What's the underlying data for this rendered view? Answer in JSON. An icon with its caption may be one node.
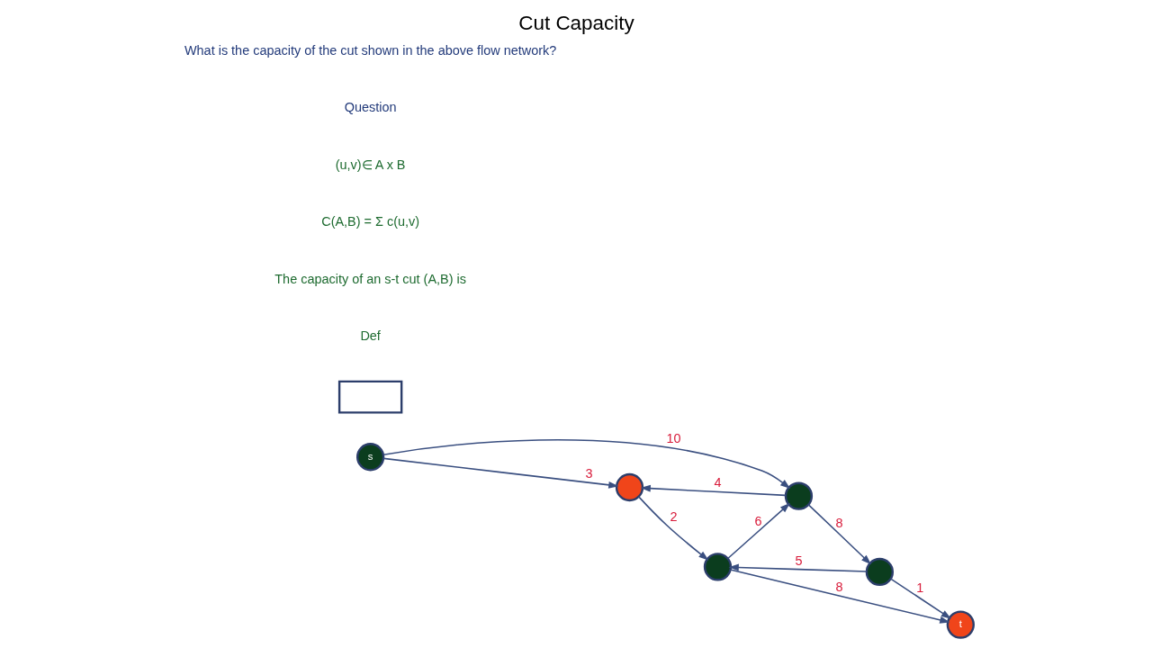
{
  "diagram": {
    "title": "Cut Capacity",
    "nodes": [
      {
        "text": [
          "s"
        ]
      },
      {
        "text": [],
        "shape": "circle"
      },
      {
        "text": [],
        "shape": "circle"
      },
      {
        "text": [],
        "shape": "circle"
      },
      {
        "text": [],
        "shape": "circle"
      },
      {
        "text": [
          "t"
        ]
      },
      {
        "text": [],
        "shape": "box"
      }
    ],
    "edges": [
      {
        "from": 0,
        "to": 1,
        "arrow": "to",
        "label": "3"
      },
      {
        "from": 0,
        "to": 3,
        "arrow": "to",
        "label": "10"
      },
      {
        "from": 3,
        "to": 1,
        "arrow": "to",
        "label": "4"
      },
      {
        "from": 1,
        "to": 2,
        "arrow": "to",
        "label": "2"
      },
      {
        "from": 2,
        "to": 3,
        "arrow": "to",
        "label": "6"
      },
      {
        "from": 3,
        "to": 4,
        "arrow": "to",
        "label": "8"
      },
      {
        "from": 4,
        "to": 2,
        "arrow": "to",
        "label": "5"
      },
      {
        "from": 2,
        "to": 5,
        "arrow": "to",
        "label": "8"
      },
      {
        "from": 4,
        "to": 5,
        "arrow": "to",
        "label": "1"
      }
    ],
    "labels": [
      "Def",
      "The capacity of an s-t cut (A,B) is",
      "C(A,B) = Σ c(u,v)",
      "(u,v)∈ A x B",
      "Question",
      "What is the capacity of the cut shown in the above flow network?"
    ]
  }
}
